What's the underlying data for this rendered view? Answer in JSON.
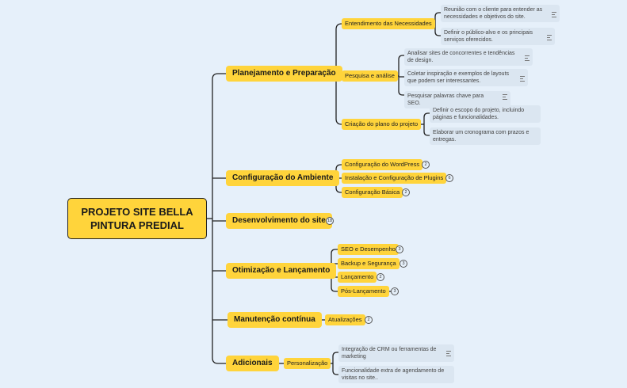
{
  "root": {
    "label": "PROJETO SITE BELLA PINTURA PREDIAL"
  },
  "branches": [
    {
      "label": "Planejamento e Preparação",
      "children": [
        {
          "label": "Entendimento das Necessidades",
          "leaves": [
            "Reunião com o cliente para entender as necessidades e objetivos do site.",
            "Definir o público-alvo e os principais serviços oferecidos."
          ]
        },
        {
          "label": "Pesquisa e análise",
          "leaves": [
            "Analisar sites de concorrentes e tendências de design.",
            "Coletar inspiração e exemplos de layouts que podem ser interessantes.",
            "Pesquisar palavras chave para SEO."
          ]
        },
        {
          "label": "Criação do plano do projeto",
          "leaves": [
            "Definir o escopo do projeto, incluindo páginas e funcionalidades.",
            "Elaborar um cronograma com prazos e entregas."
          ]
        }
      ]
    },
    {
      "label": "Configuração do Ambiente",
      "children": [
        {
          "label": "Configuração do WordPress",
          "count": "2"
        },
        {
          "label": "Instalação e Configuração de Plugins",
          "count": "6"
        },
        {
          "label": "Configuração Básica",
          "count": "2"
        }
      ]
    },
    {
      "label": "Desenvolvimento do site",
      "count": "18"
    },
    {
      "label": "Otimização e Lançamento",
      "children": [
        {
          "label": "SEO e Desempenho",
          "count": "3"
        },
        {
          "label": "Backup e Segurança",
          "count": "3"
        },
        {
          "label": "Lançamento",
          "count": "2"
        },
        {
          "label": "Pós-Lançamento",
          "count": "3"
        }
      ]
    },
    {
      "label": "Manutenção contínua",
      "children": [
        {
          "label": "Atualizações",
          "count": "2"
        }
      ]
    },
    {
      "label": "Adicionais",
      "children": [
        {
          "label": "Personalização",
          "leaves": [
            "Integração de CRM ou ferramentas de marketing",
            "Funcionalidade extra de agendamento de visitas no site.."
          ]
        }
      ]
    }
  ],
  "colors": {
    "node": "#ffd43b",
    "leaf": "#dbe6f1",
    "line": "#222222",
    "background": "#e6f0fa"
  }
}
